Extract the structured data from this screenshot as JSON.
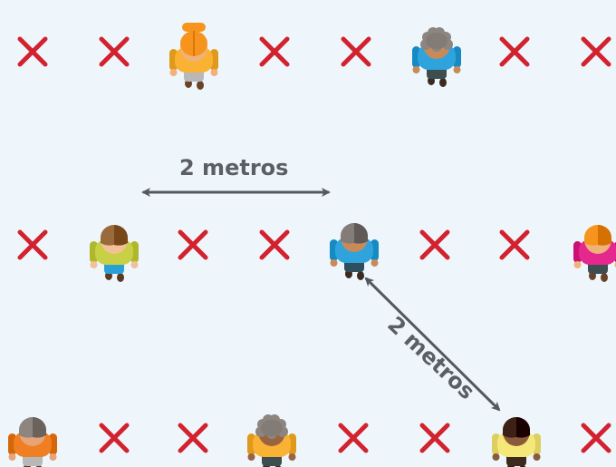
{
  "labels": {
    "horizontal_distance": "2 metros",
    "diagonal_distance": "2 metros"
  },
  "colors": {
    "background": "#eef6fb",
    "cross": "#d3222f",
    "arrow": "#55595d",
    "label_text": "#5b5f63"
  },
  "people": [
    {
      "name": "person-orange-hair",
      "hair": "#f7941d",
      "hair_style": "short-flat",
      "skin": "#f0b27a",
      "shirt": "#f9b233",
      "pants": "#b8b8b8",
      "shoes": "#6b4226"
    },
    {
      "name": "person-gray-curly-hair",
      "hair": "#8c8580",
      "hair_style": "curly",
      "skin": "#c98a5a",
      "shirt": "#2fa4dc",
      "pants": "#3c4e50",
      "shoes": "#3a2a22"
    },
    {
      "name": "person-brown-hair",
      "hair": "#9b6a3c",
      "hair_style": "parted",
      "skin": "#f3c197",
      "shirt": "#c8d146",
      "pants": "#2aa0d8",
      "shoes": "#5a3a22"
    },
    {
      "name": "person-gray-hair-blue-shirt",
      "hair": "#847c78",
      "hair_style": "parted",
      "skin": "#c98a5a",
      "shirt": "#2fa4dc",
      "pants": "#2f4f5f",
      "shoes": "#3a2a22"
    },
    {
      "name": "person-orange-hair-pink-shirt",
      "hair": "#f7941d",
      "hair_style": "parted",
      "skin": "#f0b27a",
      "shirt": "#e5288e",
      "pants": "#3c4e50",
      "shoes": "#6b4226"
    },
    {
      "name": "person-gray-hair-orange-shirt",
      "hair": "#8c8580",
      "hair_style": "parted",
      "skin": "#e8a477",
      "shirt": "#f07f23",
      "pants": "#b8b8b8",
      "shoes": "#5a3a22"
    },
    {
      "name": "person-gray-curly-hair-yellow-shirt",
      "hair": "#8c8580",
      "hair_style": "curly",
      "skin": "#9b6440",
      "shirt": "#f9b233",
      "pants": "#3c4e50",
      "shoes": "#3a2a22"
    },
    {
      "name": "person-dark-hair-yellow-shirt",
      "hair": "#3d2016",
      "hair_style": "parted",
      "skin": "#8a5a3a",
      "shirt": "#f5e878",
      "pants": "#3d2a1e",
      "shoes": "#2a1a12"
    }
  ]
}
